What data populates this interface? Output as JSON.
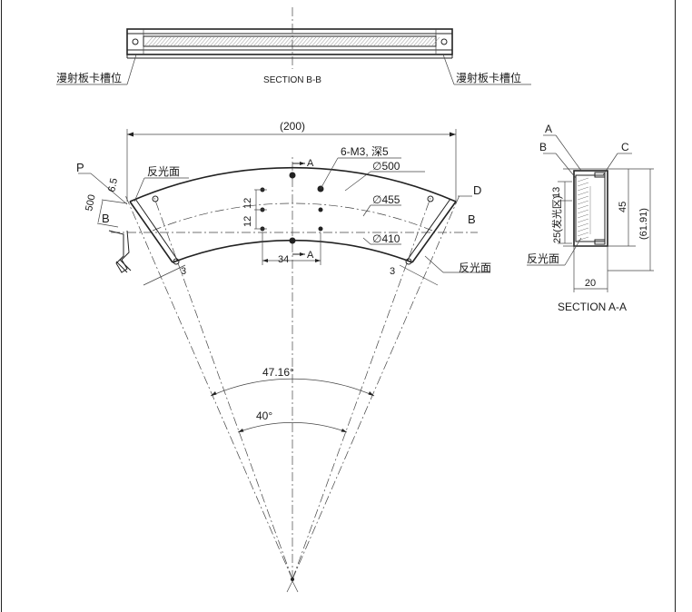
{
  "colors": {
    "line": "#222222",
    "background": "#ffffff",
    "hatch": "#777777"
  },
  "section_bb": {
    "title": "SECTION B-B",
    "left_label": "漫射板卡槽位",
    "right_label": "漫射板卡槽位"
  },
  "plan": {
    "width_dim": "(200)",
    "holes_label": "6-M3, 深5",
    "radius_outer": "∅500",
    "radius_mid": "∅455",
    "radius_inner": "∅410",
    "label_p": "P",
    "label_d": "D",
    "label_b_left": "B",
    "label_b_right": "B",
    "reflect_top": "反光面",
    "reflect_right": "反光面",
    "dim_500": "500",
    "dim_65": "6.5",
    "dim_12a": "12",
    "dim_12b": "12",
    "dim_34": "34",
    "marker_a_top": "A",
    "marker_a_bottom": "A",
    "dim_3_left": "3",
    "dim_3_right": "3",
    "angle_outer": "47.16°",
    "angle_inner": "40°"
  },
  "section_aa": {
    "title": "SECTION A-A",
    "label_a": "A",
    "label_b": "B",
    "label_c": "C",
    "dim_13": "13",
    "dim_25": "25(发光区)",
    "dim_45": "45",
    "dim_6191": "(61.91)",
    "dim_20": "20",
    "reflect": "反光面"
  }
}
